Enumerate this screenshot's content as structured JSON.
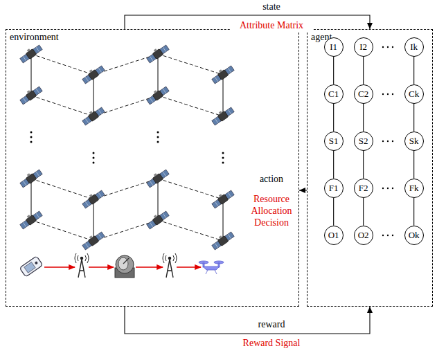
{
  "diagram": {
    "nodes": [
      {
        "text": [
          "environment"
        ]
      },
      {
        "text": [
          "agent"
        ]
      },
      {
        "text": [
          "I1"
        ],
        "in": 1
      },
      {
        "text": [
          "I2"
        ],
        "in": 1
      },
      {
        "text": [
          "Ik"
        ],
        "in": 1
      },
      {
        "text": [
          "C1"
        ],
        "in": 1
      },
      {
        "text": [
          "C2"
        ],
        "in": 1
      },
      {
        "text": [
          "Ck"
        ],
        "in": 1
      },
      {
        "text": [
          "S1"
        ],
        "in": 1
      },
      {
        "text": [
          "S2"
        ],
        "in": 1
      },
      {
        "text": [
          "Sk"
        ],
        "in": 1
      },
      {
        "text": [
          "F1"
        ],
        "in": 1
      },
      {
        "text": [
          "F2"
        ],
        "in": 1
      },
      {
        "text": [
          "Fk"
        ],
        "in": 1
      },
      {
        "text": [
          "O1"
        ],
        "in": 1
      },
      {
        "text": [
          "O2"
        ],
        "in": 1
      },
      {
        "text": [
          "Ok"
        ],
        "in": 1
      }
    ],
    "edges": [
      {
        "from": 0,
        "to": 1,
        "label": "state",
        "arrow": "to"
      },
      {
        "from": 1,
        "to": 0,
        "label": "action",
        "arrow": "to"
      },
      {
        "from": 0,
        "to": 1,
        "label": "reward",
        "arrow": "to"
      },
      {
        "from": 2,
        "to": 5,
        "arrow": "none"
      },
      {
        "from": 5,
        "to": 8,
        "arrow": "none"
      },
      {
        "from": 8,
        "to": 11,
        "arrow": "none"
      },
      {
        "from": 11,
        "to": 14,
        "arrow": "none"
      },
      {
        "from": 3,
        "to": 6,
        "arrow": "none"
      },
      {
        "from": 6,
        "to": 9,
        "arrow": "none"
      },
      {
        "from": 9,
        "to": 12,
        "arrow": "none"
      },
      {
        "from": 12,
        "to": 15,
        "arrow": "none"
      },
      {
        "from": 4,
        "to": 7,
        "arrow": "none"
      },
      {
        "from": 7,
        "to": 10,
        "arrow": "none"
      },
      {
        "from": 10,
        "to": 13,
        "arrow": "none"
      },
      {
        "from": 13,
        "to": 16,
        "arrow": "none"
      }
    ],
    "labels": [
      "Attribute Matrix",
      "Resource Allocation Decision",
      "Reward Signal"
    ]
  }
}
